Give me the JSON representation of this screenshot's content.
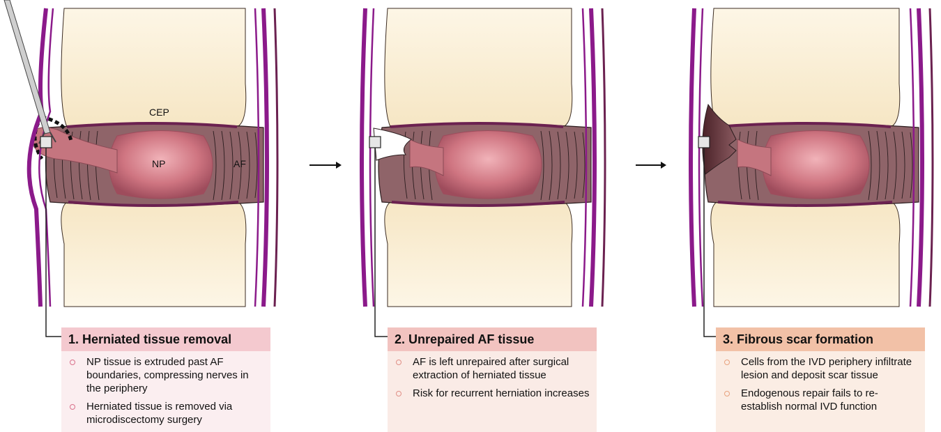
{
  "labels": {
    "cep": "CEP",
    "np": "NP",
    "af": "AF"
  },
  "panels": [
    {
      "title": "1. Herniated tissue removal",
      "bullets": [
        "NP tissue is extruded past AF boundaries, compressing nerves in the periphery",
        "Herniated tissue is removed via microdiscectomy surgery"
      ]
    },
    {
      "title": "2.  Unrepaired AF tissue",
      "bullets": [
        "AF is left unrepaired after surgical extraction of herniated tissue",
        "Risk for recurrent herniation increases"
      ]
    },
    {
      "title": "3. Fibrous scar formation",
      "bullets": [
        "Cells from the IVD periphery infiltrate lesion and deposit scar tissue",
        "Endogenous repair fails to re-establish normal IVD function"
      ]
    }
  ],
  "colors": {
    "bone": "#fbf1dc",
    "np_core": "#ce7480",
    "np_edge": "#9e4c5c",
    "af": "#8f6469",
    "af_line": "#2b1c1e",
    "membrane": "#8b1a8a",
    "endplate": "#6b2150",
    "scar": "#5b3036"
  }
}
